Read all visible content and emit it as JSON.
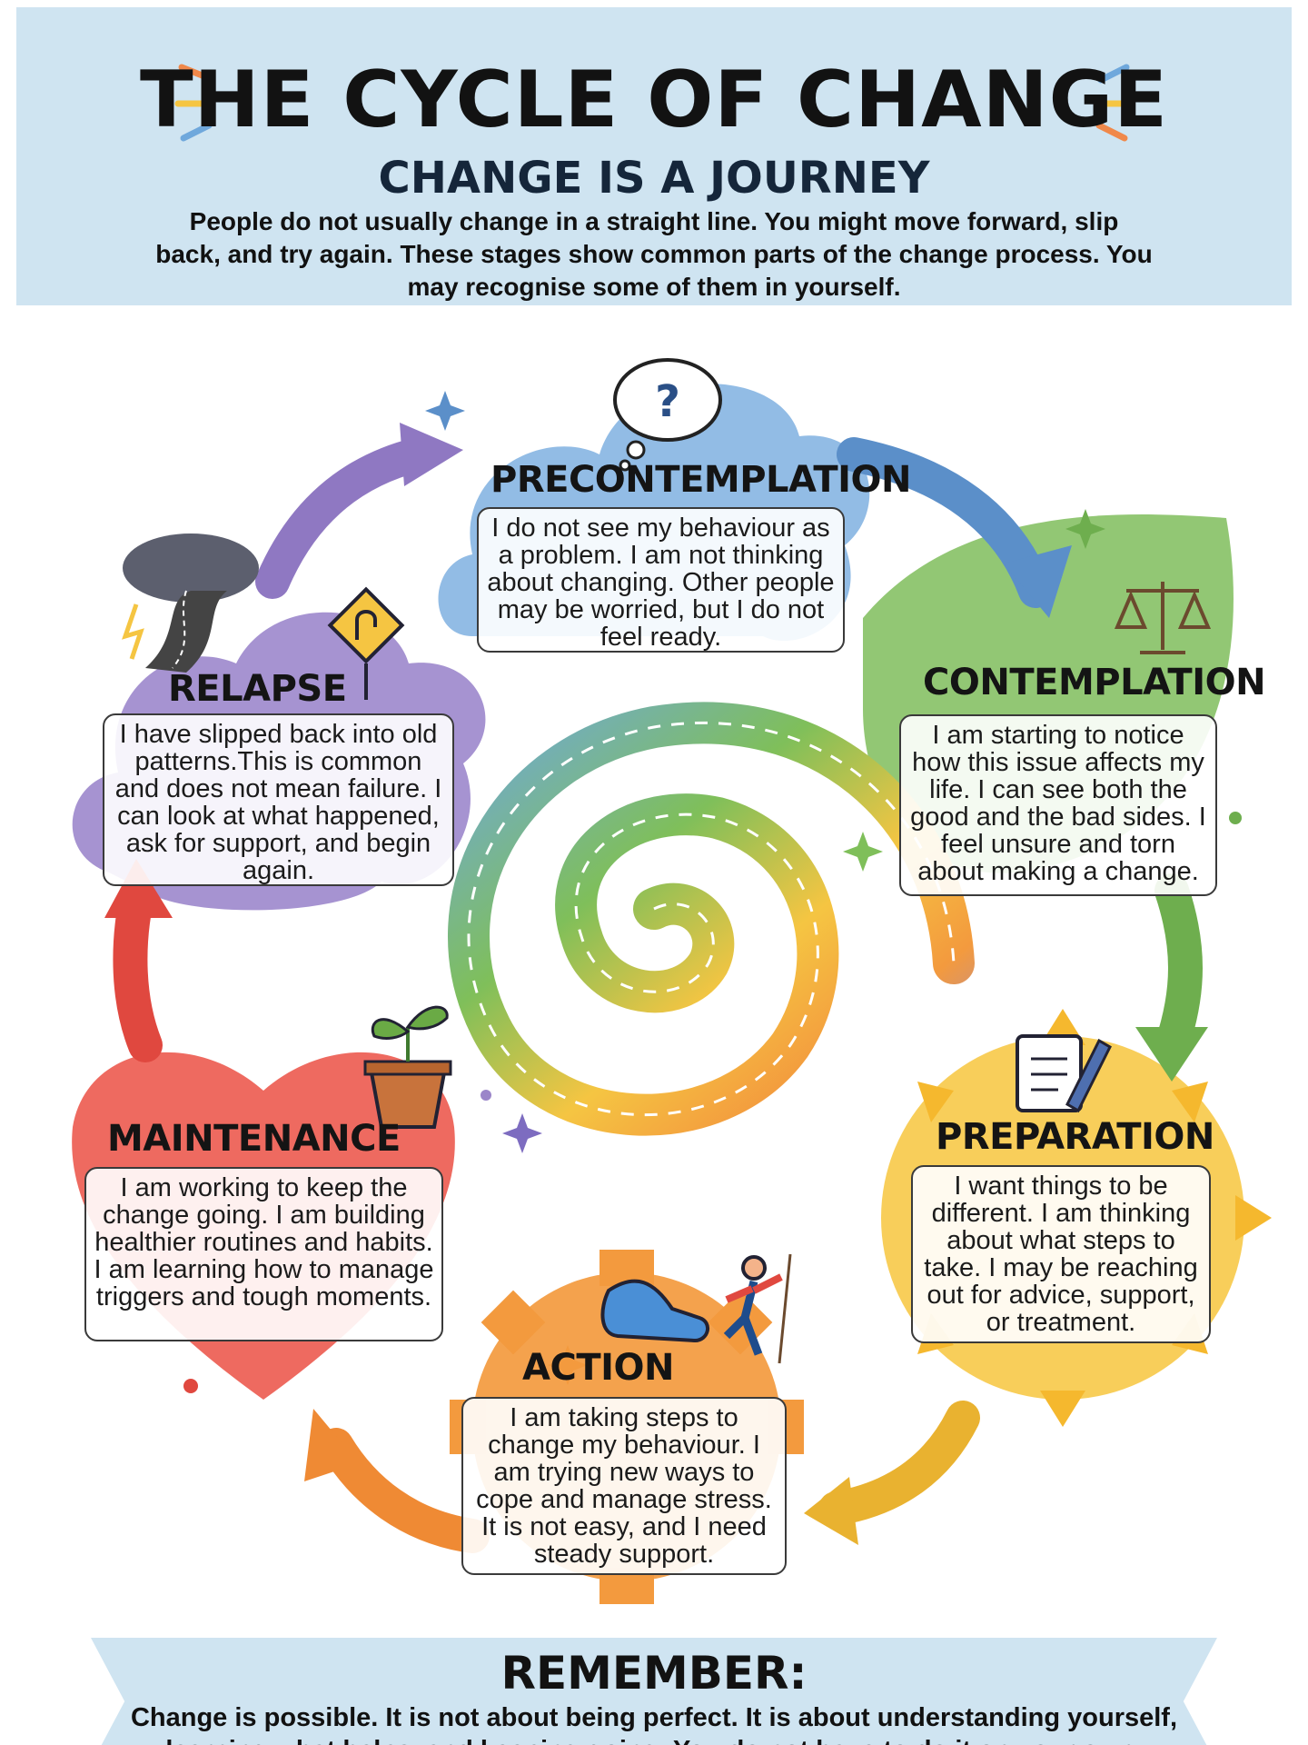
{
  "header": {
    "title": "THE CYCLE OF CHANGE",
    "subtitle": "CHANGE IS A JOURNEY",
    "intro": "People do not usually change in a straight line. You might move forward, slip back, and try again. These stages show common parts of the change process. You may recognise some of them in yourself."
  },
  "stages": {
    "precontemplation": {
      "title": "PRECONTEMPLATION",
      "text": "I do not see my behaviour as a problem. I am not thinking about changing. Other people may be worried, but I do not feel ready.",
      "color": "#6fa8dc"
    },
    "contemplation": {
      "title": "CONTEMPLATION",
      "text": "I am starting to notice how this issue affects my life. I can see both the good and the bad sides. I feel unsure and torn about making a change.",
      "color": "#7fbf5a"
    },
    "preparation": {
      "title": "PREPARATION",
      "text": "I want things to be different. I am thinking about what steps to take. I may be reaching out for advice, support, or treatment.",
      "color": "#f5c542"
    },
    "action": {
      "title": "ACTION",
      "text": "I am taking steps to change my behaviour. I am trying new ways to cope and manage stress. It is not easy, and I need steady support.",
      "color": "#f39a3e"
    },
    "maintenance": {
      "title": "MAINTENANCE",
      "text": "I am working to keep the change going. I am building healthier routines and habits. I am learning how to manage triggers and tough moments.",
      "color": "#e8534a"
    },
    "relapse": {
      "title": "RELAPSE",
      "text": "I have slipped back into old patterns.This is common and does not mean failure. I can look at what happened, ask for support, and begin again.",
      "color": "#9b86c9"
    }
  },
  "icons": [
    "question-thought-icon",
    "scales-icon",
    "notepad-pencil-icon",
    "sneaker-icon",
    "climber-icon",
    "plant-pot-icon",
    "storm-road-icon",
    "u-turn-sign-icon"
  ],
  "remember": {
    "title": "REMEMBER:",
    "text": "Change is possible. It is not about being perfect. It is about understanding yourself, learning what helps, and keeping going. You do not have to do it on your own."
  }
}
